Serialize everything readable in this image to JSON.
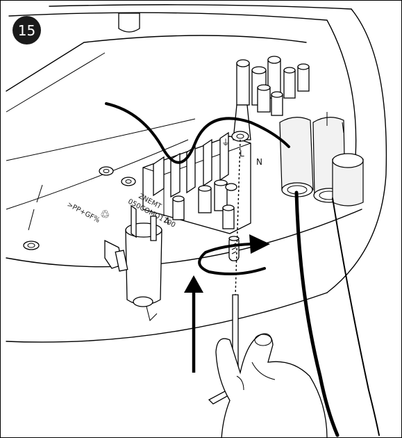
{
  "step": {
    "number": "15"
  },
  "terminal_labels": [
    "⏚",
    "L",
    "N"
  ],
  "engraving": {
    "model_line1": "ZNEMT",
    "model_line2": "050COMO1700",
    "code_line": ">PP+GF%",
    "recycle_mark": "♲",
    "recycle_number": "4"
  },
  "colors": {
    "ink": "#000000",
    "paper": "#ffffff",
    "badge": "#1a1a1a"
  }
}
